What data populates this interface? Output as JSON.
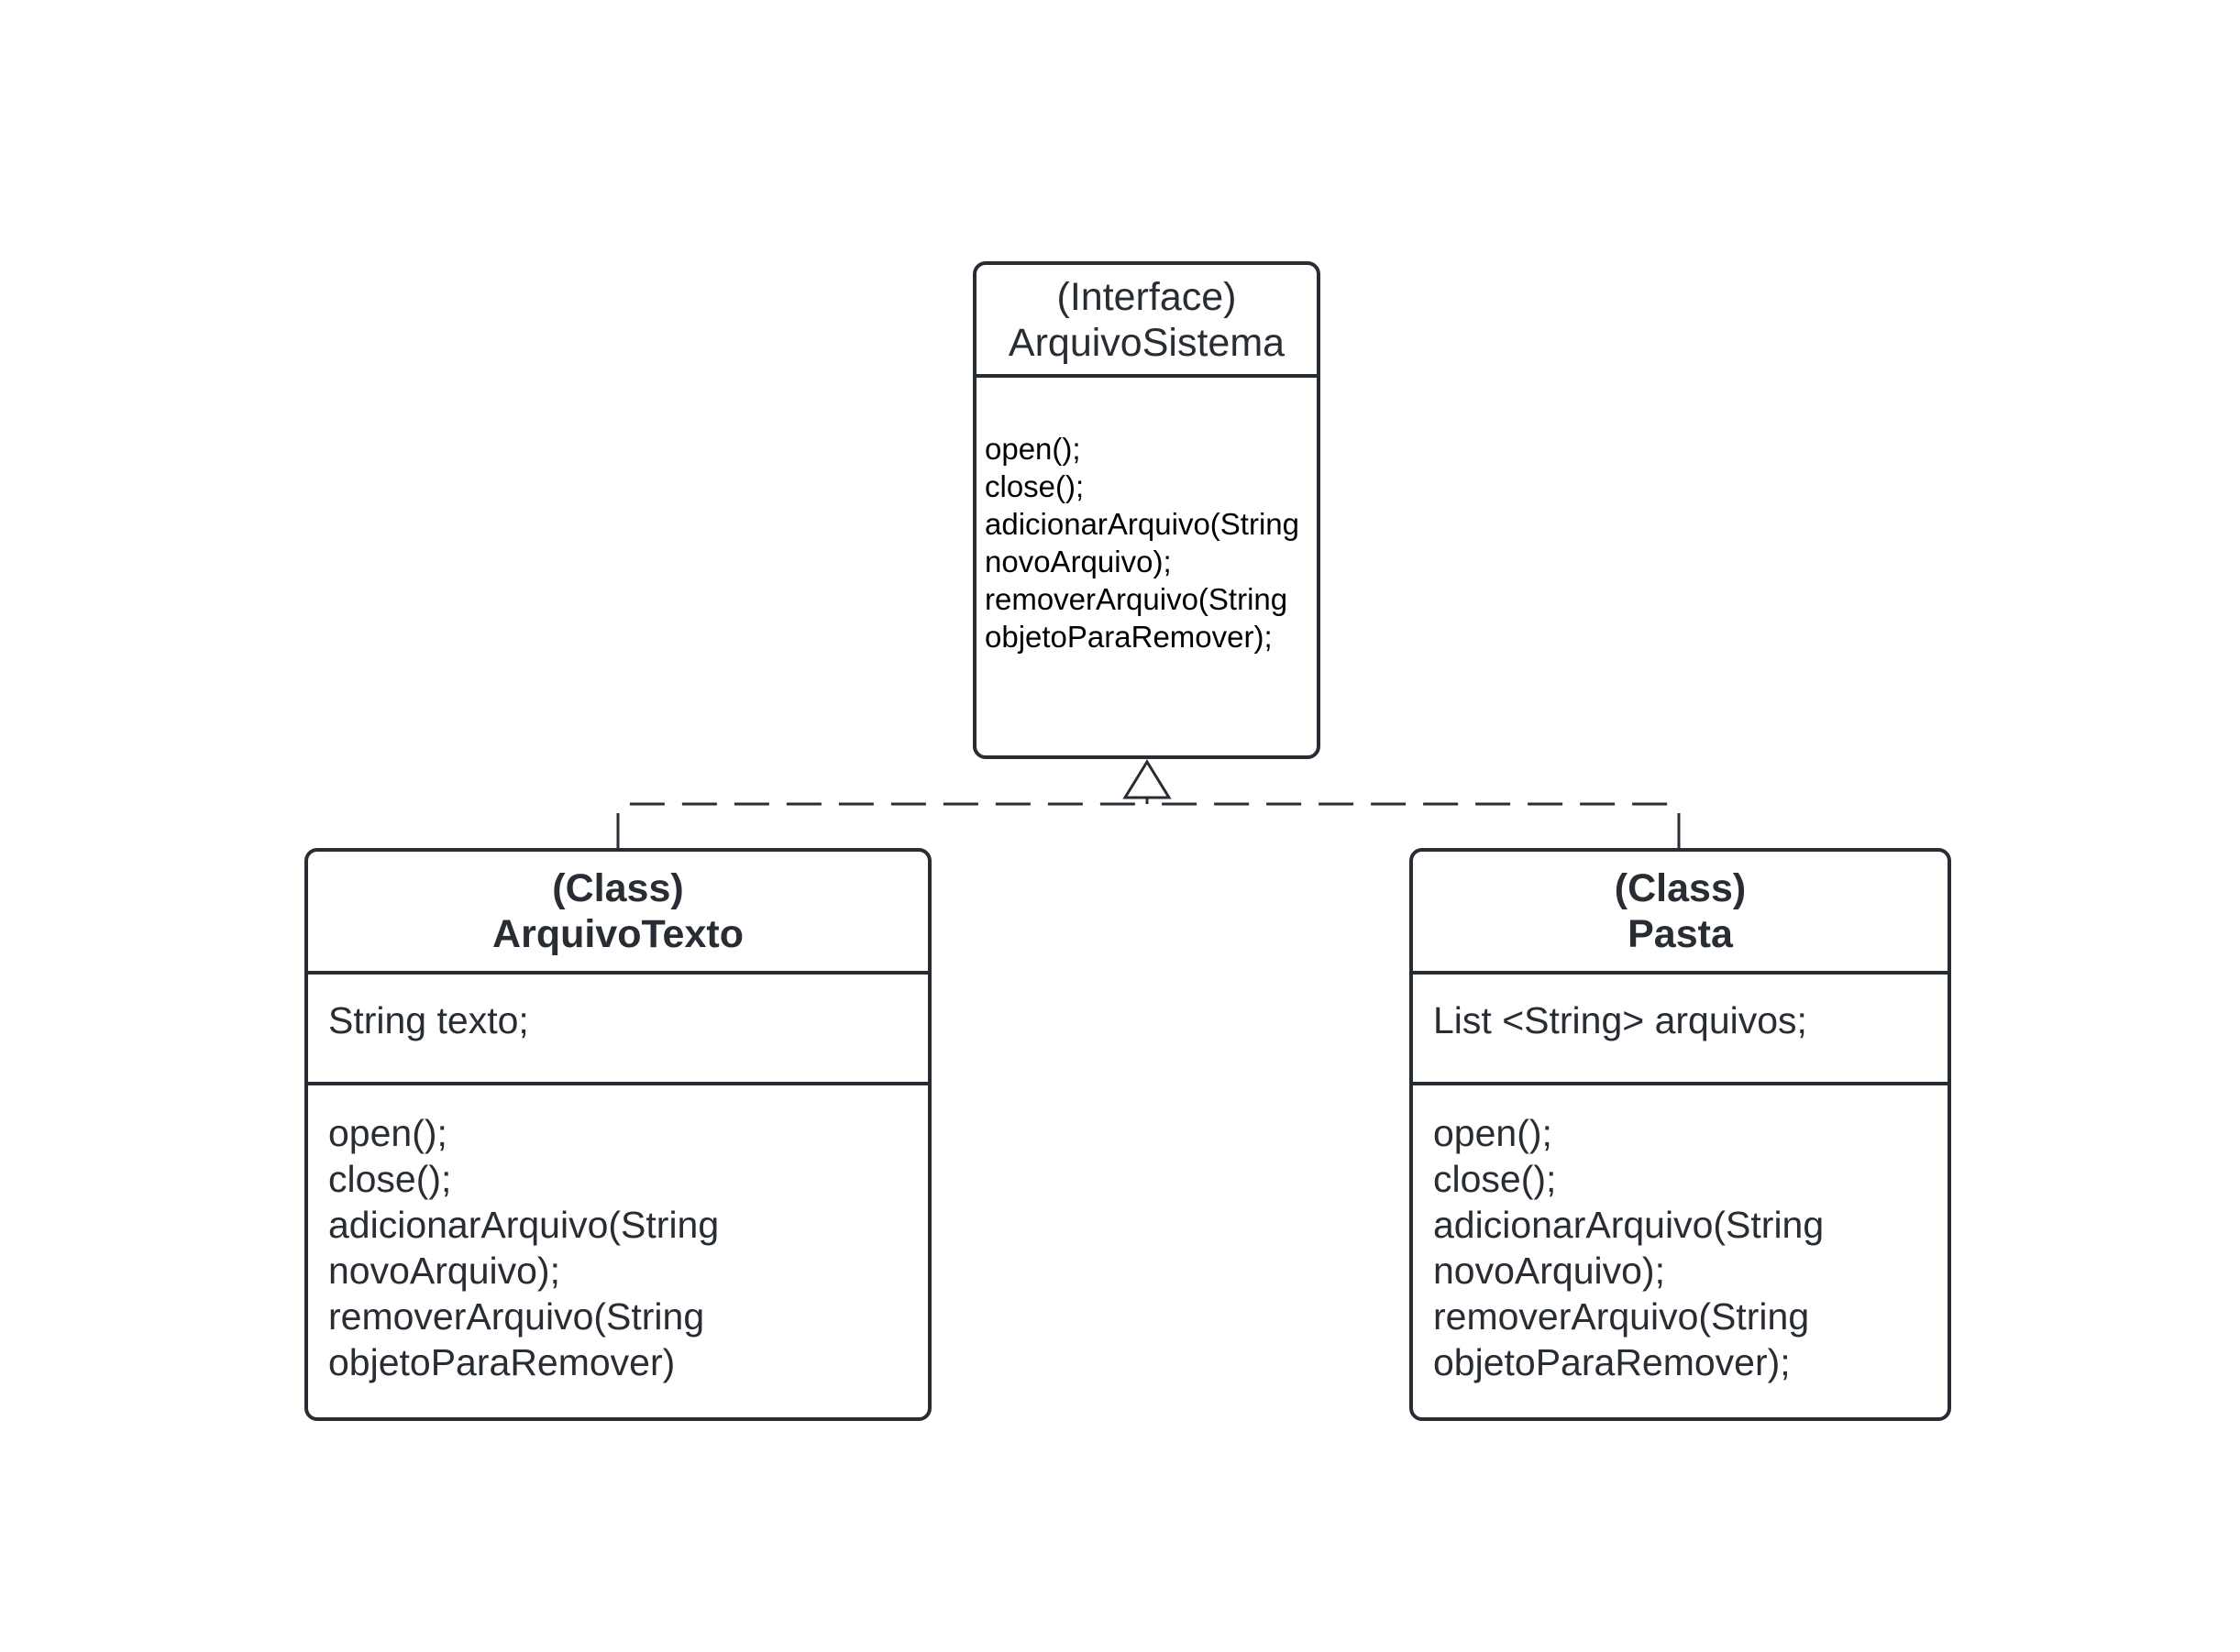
{
  "interface": {
    "stereotype": "(Interface)",
    "name": "ArquivoSistema",
    "methods": [
      "open();",
      "close();",
      "adicionarArquivo(String",
      "novoArquivo);",
      "removerArquivo(String",
      "objetoParaRemover);"
    ]
  },
  "classes": [
    {
      "stereotype": "(Class)",
      "name": "ArquivoTexto",
      "attributes": [
        "String texto;"
      ],
      "methods": [
        "open();",
        "close();",
        "adicionarArquivo(String",
        "novoArquivo);",
        "removerArquivo(String",
        "objetoParaRemover)"
      ]
    },
    {
      "stereotype": "(Class)",
      "name": "Pasta",
      "attributes": [
        "List <String> arquivos;"
      ],
      "methods": [
        "open();",
        "close();",
        "adicionarArquivo(String",
        "novoArquivo);",
        "removerArquivo(String",
        "objetoParaRemover);"
      ]
    }
  ],
  "colors": {
    "stroke": "#282c33",
    "text": "#282c33",
    "interface_method_text": "#000000",
    "background": "#ffffff"
  }
}
